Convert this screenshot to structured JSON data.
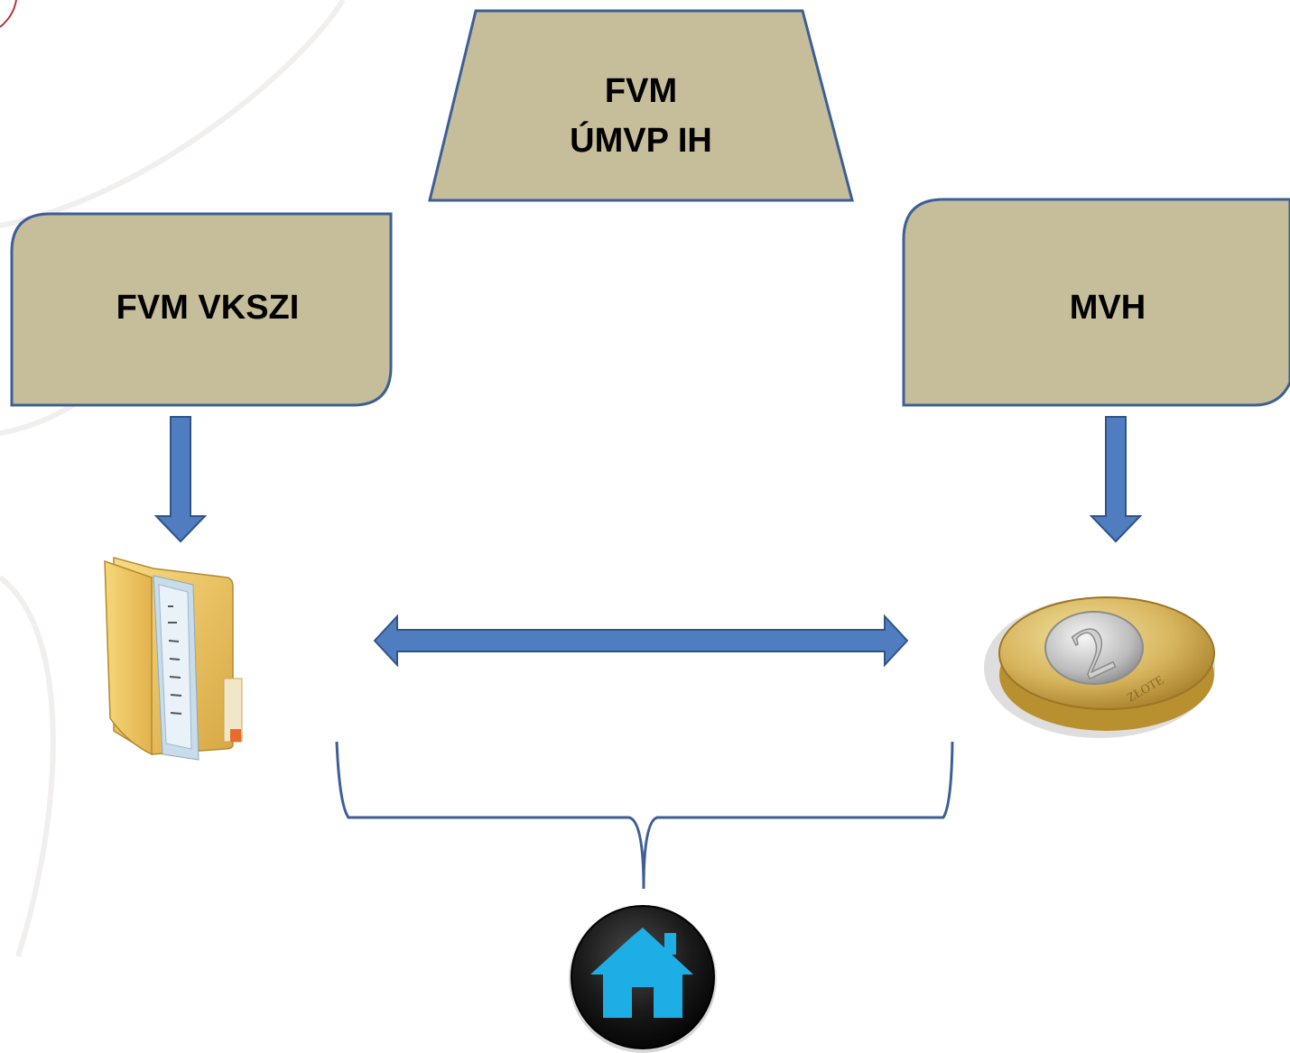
{
  "diagram": {
    "top_box": {
      "line1": "FVM",
      "line2": "ÚMVP IH"
    },
    "left_box": {
      "label": "FVM VKSZI"
    },
    "right_box": {
      "label": "MVH"
    },
    "icons": {
      "left": "folder-with-documents-icon",
      "right": "coin-icon",
      "bottom": "home-icon",
      "coin_text": [
        "2",
        "ZŁOTE"
      ]
    },
    "colors": {
      "box_fill": "#c6bd9a",
      "box_stroke": "#3d5f95",
      "arrow_fill": "#4f7dbf",
      "arrow_stroke": "#2f5486",
      "brace": "#3d5f95",
      "home_button": "#1b1b1b",
      "home_house": "#1eaee6"
    }
  }
}
